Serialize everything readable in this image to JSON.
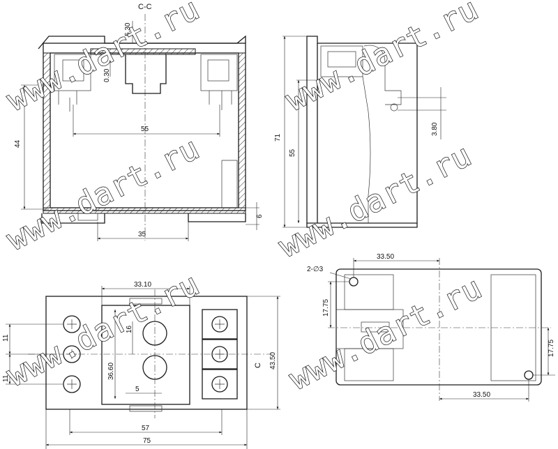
{
  "section_label": "C-C",
  "dimensions": {
    "sec_d1": "5.30",
    "sec_d2": "0.30",
    "sec_d3": "55",
    "sec_d4": "44",
    "sec_d5": "35",
    "sec_d6": "6",
    "side_d1": "71",
    "side_d2": "55",
    "side_d3": "3.80",
    "front_d1": "33.10",
    "front_d2": "36.60",
    "front_d3": "43.50",
    "front_d4": "57",
    "front_d5": "75",
    "front_d6": "11",
    "front_d7": "11",
    "front_d8": "16",
    "front_d9": "5",
    "front_label_c": "C",
    "bottom_d1": "33.50",
    "bottom_d2": "17.75",
    "bottom_d3": "17.75",
    "bottom_d4": "33.50",
    "bottom_holes": "2-∅3"
  },
  "watermark": "www.dart.ru"
}
